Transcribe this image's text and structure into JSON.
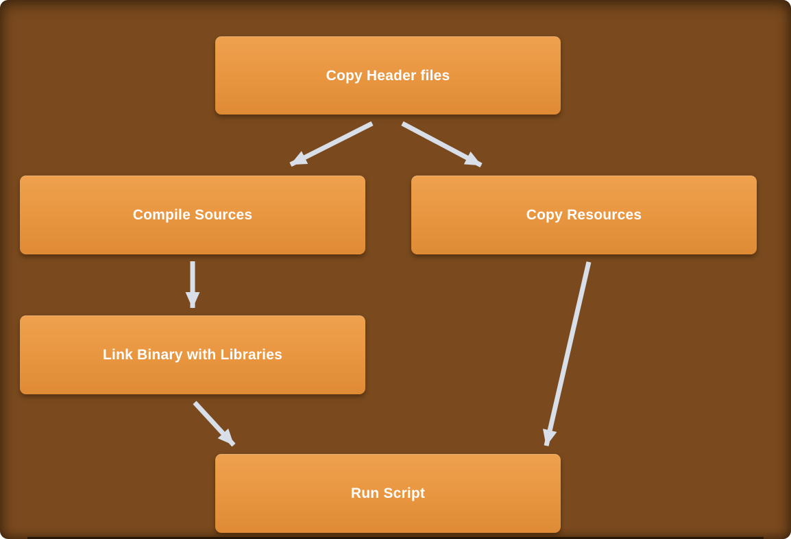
{
  "diagram": {
    "nodes": [
      {
        "id": "copy-header-files",
        "label": "Copy Header files"
      },
      {
        "id": "compile-sources",
        "label": "Compile Sources"
      },
      {
        "id": "copy-resources",
        "label": "Copy Resources"
      },
      {
        "id": "link-binary-with-libraries",
        "label": "Link Binary with Libraries"
      },
      {
        "id": "run-script",
        "label": "Run Script"
      }
    ],
    "edges": [
      {
        "from": "copy-header-files",
        "to": "compile-sources"
      },
      {
        "from": "copy-header-files",
        "to": "copy-resources"
      },
      {
        "from": "compile-sources",
        "to": "link-binary-with-libraries"
      },
      {
        "from": "link-binary-with-libraries",
        "to": "run-script"
      },
      {
        "from": "copy-resources",
        "to": "run-script"
      }
    ],
    "colors": {
      "canvas_background": "#7A4A1E",
      "node_fill": "#E8953F",
      "node_text": "#FFFFFF",
      "arrow": "#D9DFE8",
      "page_background": "#FFFFFF"
    }
  }
}
